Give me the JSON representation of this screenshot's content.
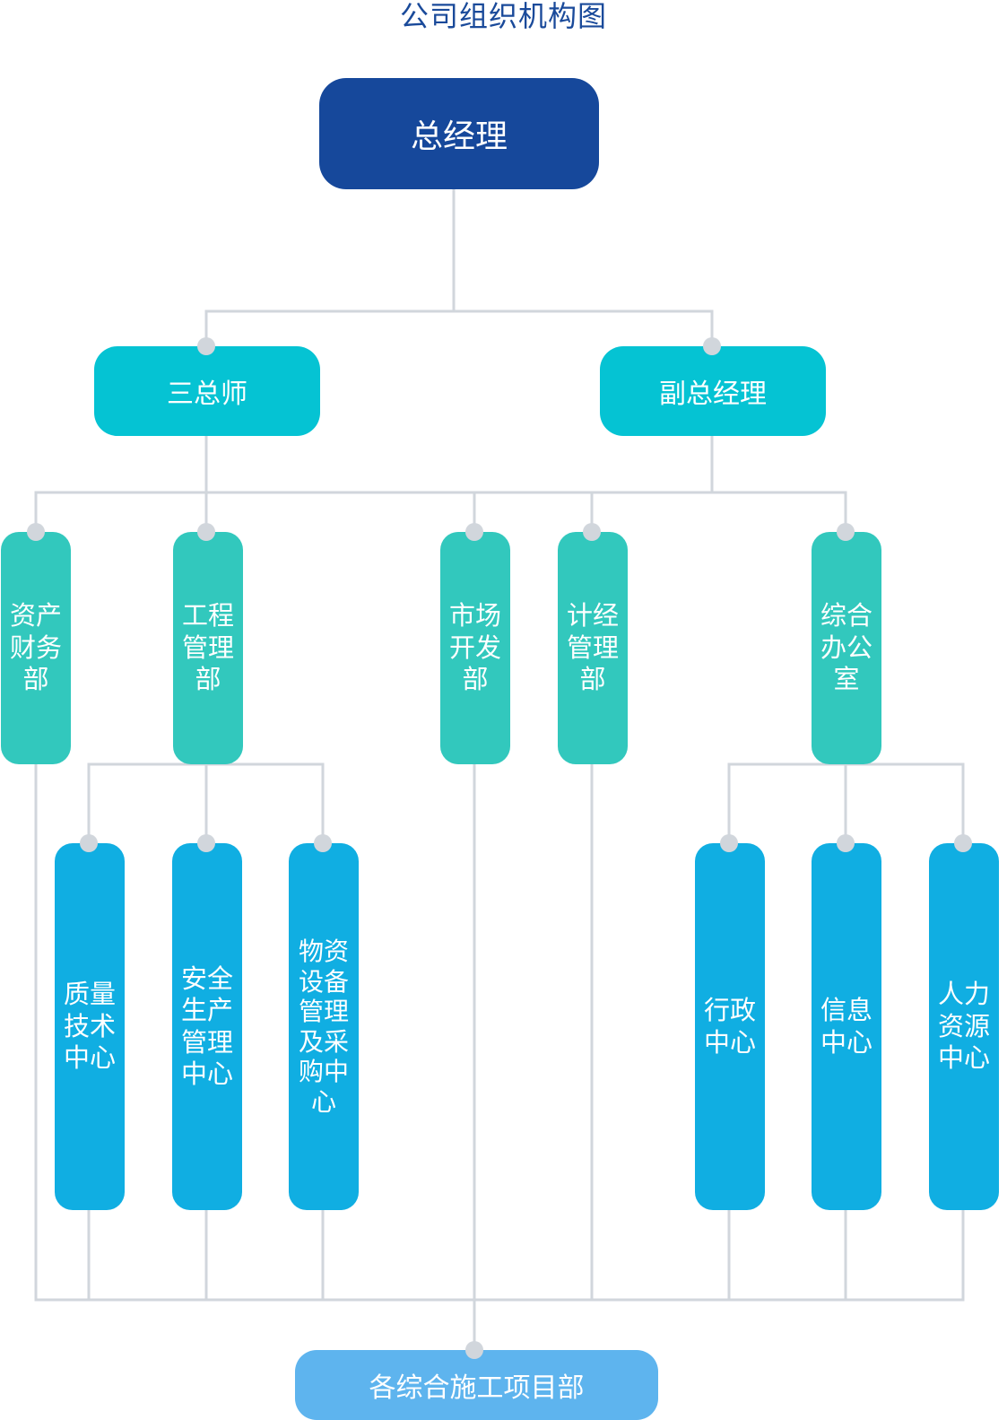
{
  "title": "公司组织机构图",
  "colors": {
    "ceo": "#16489b",
    "level2": "#05c3d3",
    "departments": "#32c8bd",
    "centers": "#10aee2",
    "bottom": "#5eb4ee",
    "connector": "#d1d6dc"
  },
  "nodes": {
    "ceo": "总经理",
    "chief_engineers": "三总师",
    "deputy_gm": "副总经理",
    "asset_finance": "资产财务部",
    "engineering_mgmt": "工程管理部",
    "market_dev": "市场开发部",
    "planning_mgmt": "计经管理部",
    "general_office": "综合办公室",
    "quality_tech": "质量技术中心",
    "safety_prod": "安全生产管理中心",
    "materials_procurement": "物资设备管理及采购中心",
    "admin_center": "行政中心",
    "info_center": "信息中心",
    "hr_center": "人力资源中心",
    "project_depts": "各综合施工项目部"
  }
}
